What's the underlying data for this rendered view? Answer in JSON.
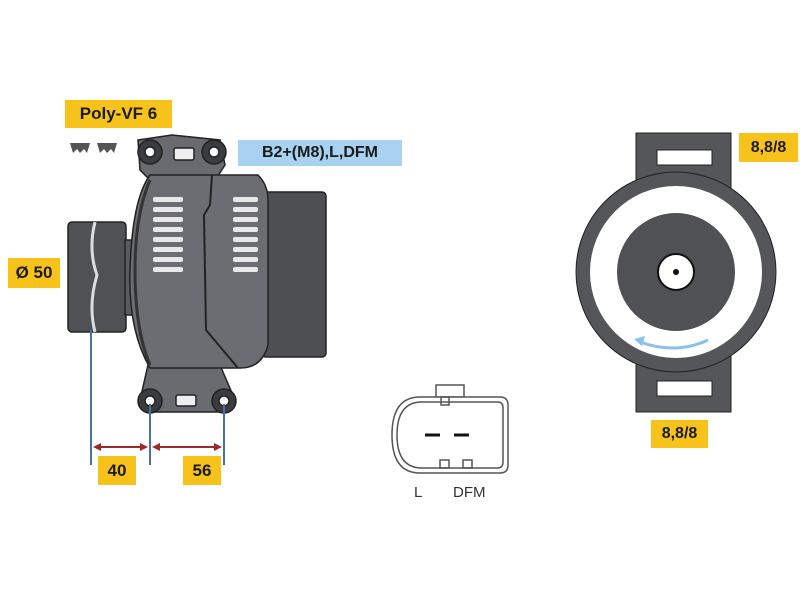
{
  "labels": {
    "belt": "Poly-VF 6",
    "terminals": "B2+(M8),L,DFM",
    "pulley_diameter": "Ø 50",
    "dim_pulley_to_mount": "40",
    "dim_mount_spacing": "56",
    "mount_top": "8,8/8",
    "mount_bottom": "8,8/8",
    "connector_pin_l": "L",
    "connector_pin_dfm": "DFM"
  },
  "colors": {
    "label_yellow": "#f7c21a",
    "label_blue": "#a9d1f0",
    "body_dark": "#55565a",
    "dimension_line": "#4a6fa5",
    "dimension_arrow": "#9b2a2a",
    "rotation_arrow": "#8cc0e8"
  }
}
